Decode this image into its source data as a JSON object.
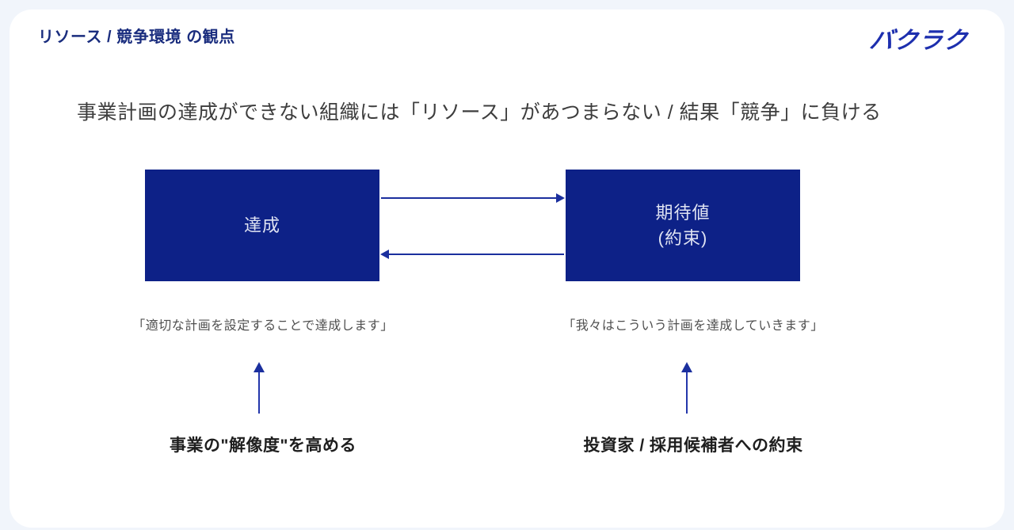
{
  "page": {
    "background_color": "#f1f5fb",
    "card_color": "#ffffff"
  },
  "header": {
    "title": "リソース / 競争環境 の観点",
    "title_color": "#1a2d7e",
    "logo_text": "バクラク",
    "logo_color": "#1d2fae"
  },
  "heading": "事業計画の達成ができない組織には「リソース」があつまらない / 結果「競争」に負ける",
  "diagram": {
    "box_color": "#0d2187",
    "box_text_color": "#dfe3f2",
    "arrow_color": "#1b2f9e",
    "left_box": {
      "label": "達成",
      "quote": "「適切な計画を設定することで達成します」",
      "caption": "事業の\"解像度\"を高める"
    },
    "right_box": {
      "label_line1": "期待値",
      "label_line2": "(約束)",
      "quote": "「我々はこういう計画を達成していきます」",
      "caption": "投資家 / 採用候補者への約束"
    }
  }
}
